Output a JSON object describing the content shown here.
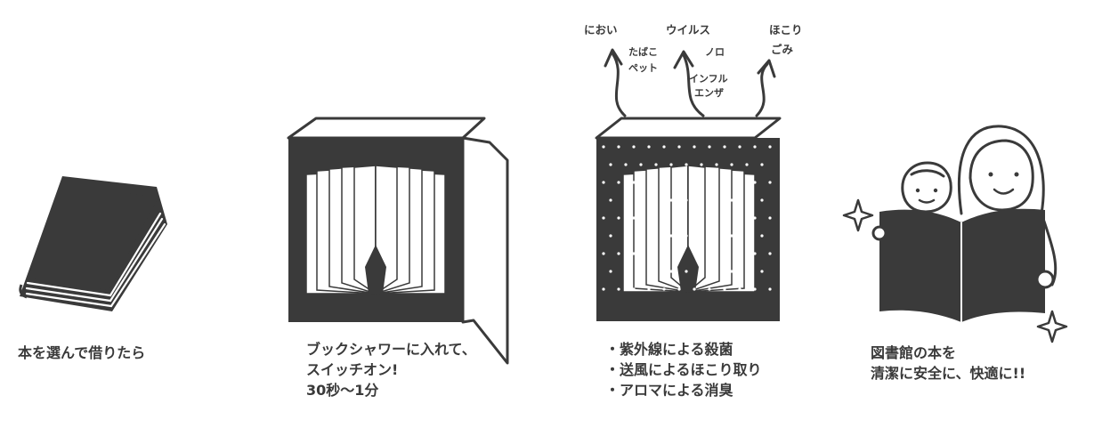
{
  "step1": {
    "icon": "closed-book-icon",
    "caption": "本を選んで借りたら"
  },
  "step2": {
    "icon": "book-shower-machine-icon",
    "caption_lines": [
      "ブックシャワーに入れて、",
      "スイッチオン!",
      "30秒〜1分"
    ]
  },
  "step3": {
    "icon": "book-shower-cleaning-icon",
    "labels": {
      "smell": "におい",
      "smell_sub_1": "たばこ",
      "smell_sub_2": "ペット",
      "virus": "ウイルス",
      "virus_sub_1": "ノロ",
      "virus_sub_2": "インフル",
      "virus_sub_3": "エンザ",
      "dust_1": "ほこり",
      "dust_2": "ごみ"
    },
    "bullets": [
      "・紫外線による殺菌",
      "・送風によるほこり取り",
      "・アロマによる消臭"
    ]
  },
  "step4": {
    "icon": "parent-child-reading-icon",
    "caption_lines": [
      "図書館の本を",
      "清潔に安全に、快適に!!"
    ]
  },
  "colors": {
    "ink": "#3a3a3a",
    "background": "#ffffff"
  }
}
